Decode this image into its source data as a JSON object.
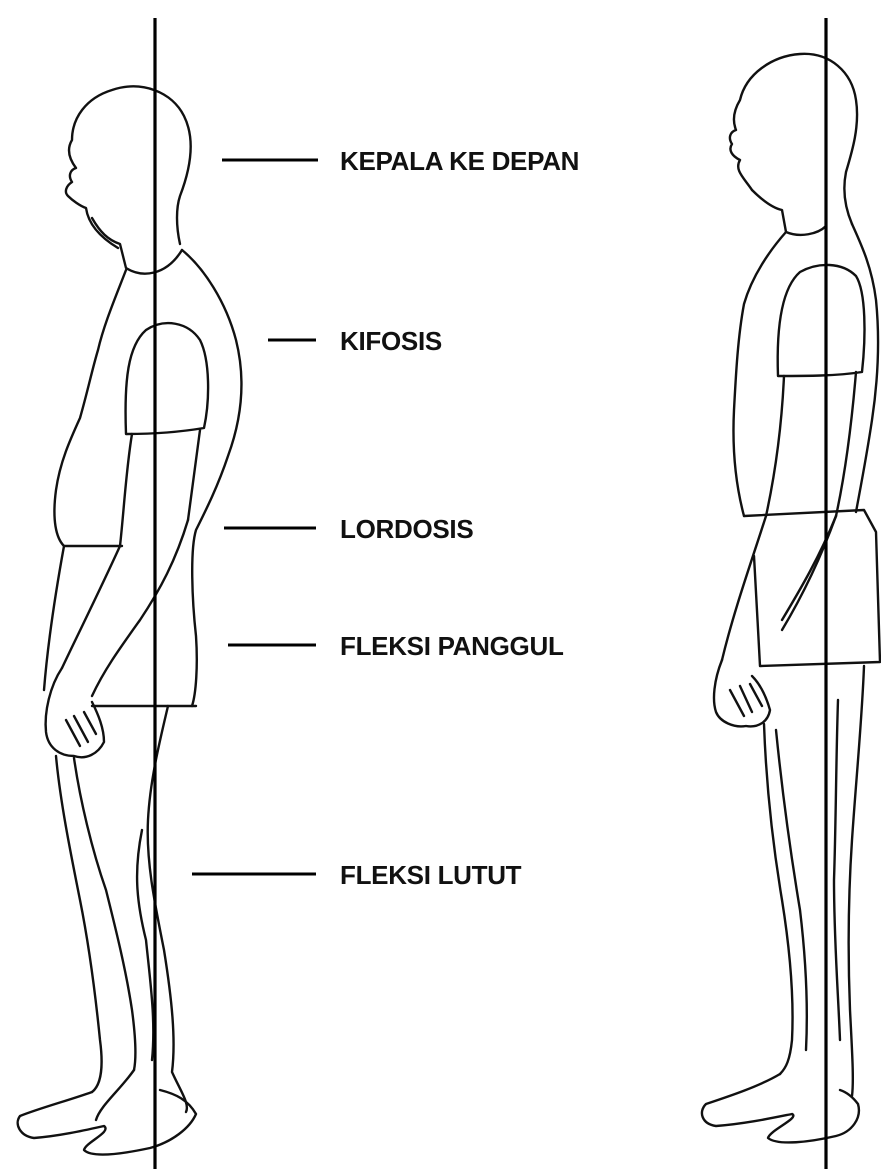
{
  "labels": {
    "forward_head": "KEPALA KE DEPAN",
    "kyphosis": "KIFOSIS",
    "lordosis": "LORDOSIS",
    "hip_flexion": "FLEKSI PANGGUL",
    "knee_flexion": "FLEKSI LUTUT"
  },
  "colors": {
    "ink": "#111111",
    "background": "#ffffff"
  }
}
